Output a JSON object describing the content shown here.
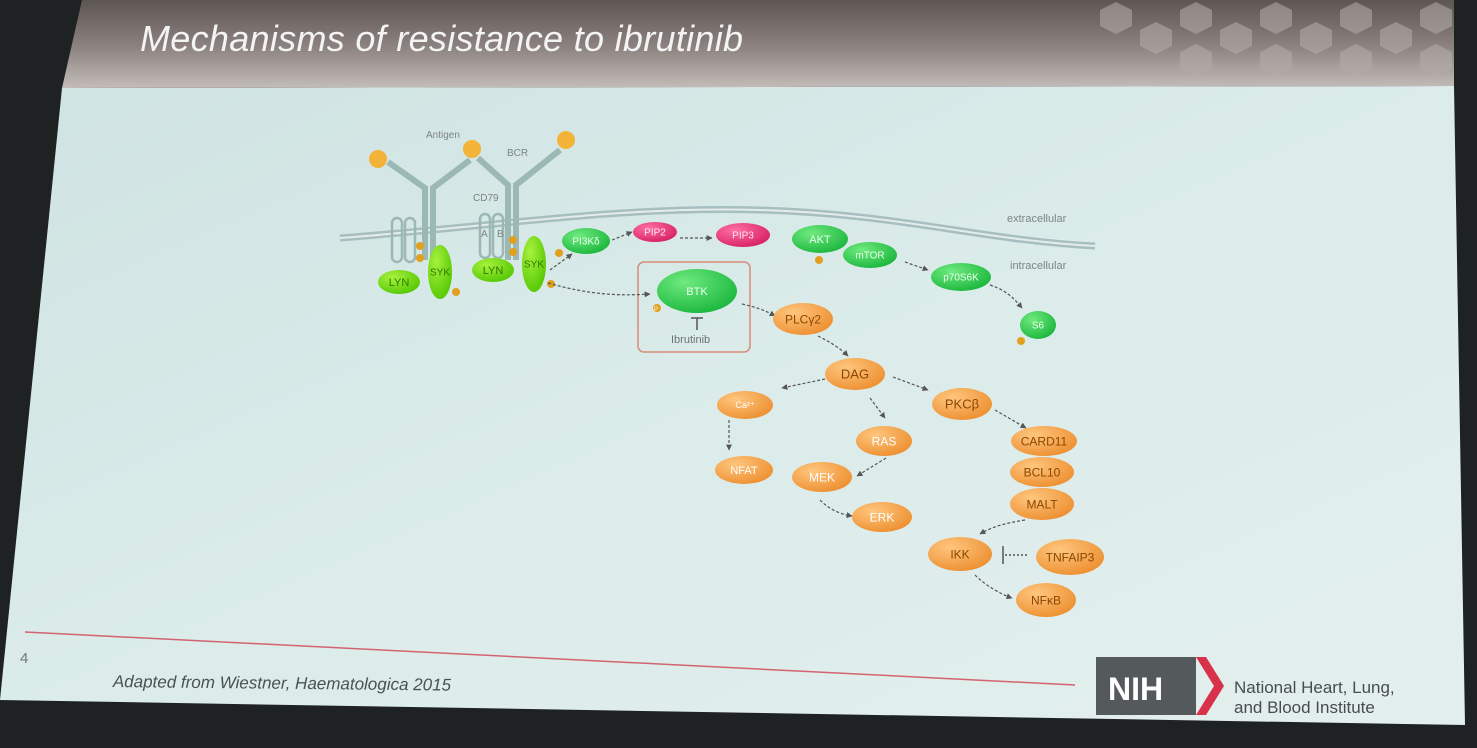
{
  "slide": {
    "title": "Mechanisms of resistance to ibrutinib",
    "number": "4",
    "citation": "Adapted from Wiestner, Haematologica 2015"
  },
  "logo": {
    "text": "NIH",
    "institute_line1": "National Heart, Lung,",
    "institute_line2": "and Blood Institute",
    "colors": {
      "box": "#54595b",
      "chevron": "#d8314a"
    }
  },
  "colors": {
    "green": "#33d04e",
    "lime": "#70d90c",
    "pink": "#e62e74",
    "orange": "#f2a24a",
    "yellow_dot": "#f3b338",
    "inhibitor_box": "#d98b78",
    "footer_line": "#d3646f"
  },
  "diagram": {
    "labels": {
      "antigen": "Antigen",
      "bcr": "BCR",
      "cd79": "CD79",
      "a": "A",
      "b": "B",
      "extracellular": "extracellular",
      "intracellular": "intracellular",
      "ibrutinib": "Ibrutinib",
      "phospho": "P"
    },
    "nodes": {
      "lyn1": "LYN",
      "syk1": "SYK",
      "lyn2": "LYN",
      "syk2": "SYK",
      "pi3k": "PI3Kδ",
      "pip2": "PIP2",
      "pip3": "PIP3",
      "akt": "AKT",
      "mtor": "mTOR",
      "p70s6k": "p70S6K",
      "s6": "S6",
      "btk": "BTK",
      "plcg2": "PLCγ2",
      "dag": "DAG",
      "ca": "Ca²⁺",
      "pkcb": "PKCβ",
      "ras": "RAS",
      "card11": "CARD11",
      "nfat": "NFAT",
      "mek": "MEK",
      "bcl10": "BCL10",
      "malt": "MALT",
      "erk": "ERK",
      "ikk": "IKK",
      "tnfaip3": "TNFAIP3",
      "nfkb": "NFκB"
    }
  }
}
